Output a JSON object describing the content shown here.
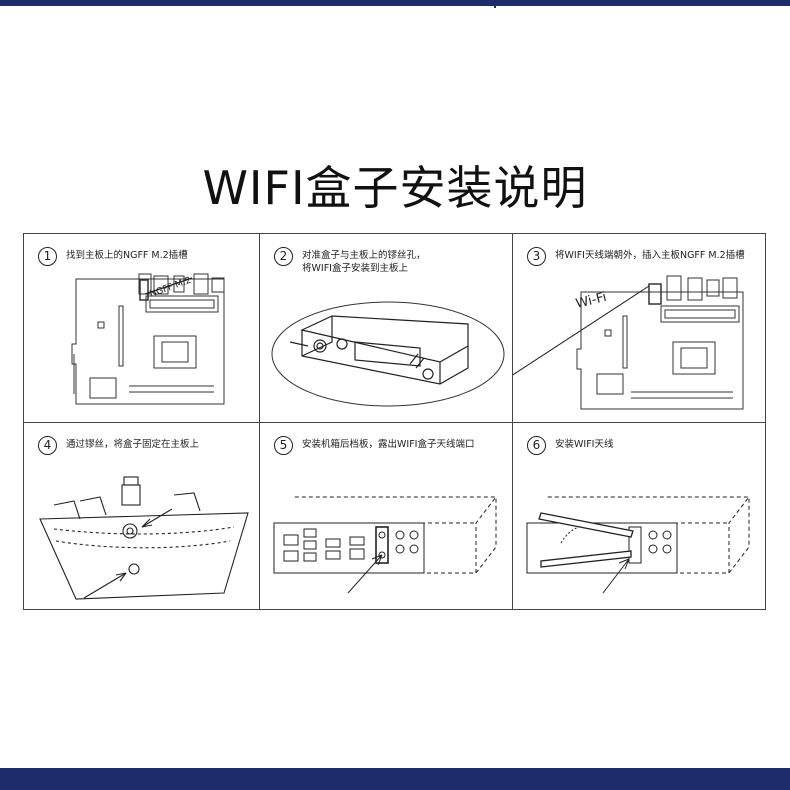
{
  "title": "WIFI盒子安装说明",
  "colors": {
    "accent_bar": "#1d2c6b",
    "line": "#444444"
  },
  "steps": [
    {
      "number": "1",
      "lines": [
        "找到主板上的NGFF M.2插槽"
      ],
      "callout": "NGFF M.2"
    },
    {
      "number": "2",
      "lines": [
        "对准盒子与主板上的镠丝孔，",
        "将WIFI盒子安装到主板上"
      ]
    },
    {
      "number": "3",
      "lines": [
        "将WIFI天线端朝外，插入主板NGFF M.2插槽"
      ],
      "callout": "Wi-Fi"
    },
    {
      "number": "4",
      "lines": [
        "通过镠丝，将盒子固定在主板上"
      ]
    },
    {
      "number": "5",
      "lines": [
        "安装机箱后档板，露出WIFI盒子天线端口"
      ]
    },
    {
      "number": "6",
      "lines": [
        "安装WIFI天线"
      ]
    }
  ]
}
